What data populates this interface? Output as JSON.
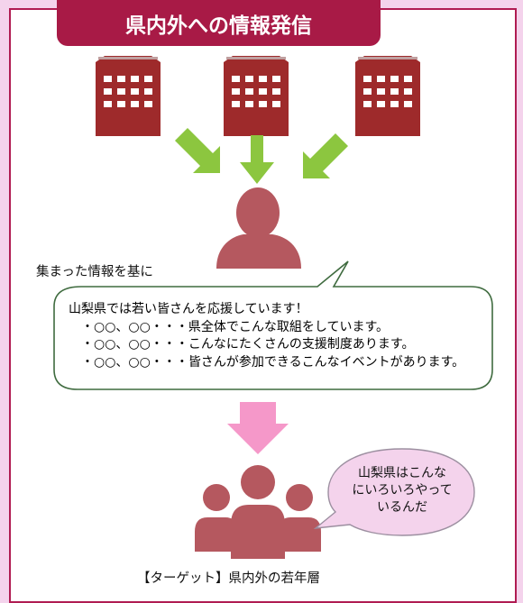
{
  "title": "県内外への情報発信",
  "gather_label": "集まった情報を基に",
  "bubble": {
    "lead": "山梨県では若い皆さんを応援しています！",
    "items": [
      "・○○、○○・・・県全体でこんな取組をしています。",
      "・○○、○○・・・こんなにたくさんの支援制度あります。",
      "・○○、○○・・・皆さんが参加できるこんなイベントがあります。"
    ]
  },
  "speech": {
    "lines": [
      "山梨県はこんな",
      "にいろいろやって",
      "いるんだ"
    ]
  },
  "target_label": "【ターゲット】県内外の若年層",
  "icons": [
    "building-icon",
    "person-icon",
    "group-icon",
    "arrow-icon"
  ],
  "colors": {
    "background": "#f4d3ec",
    "frame": "#b01c52",
    "title_bg": "#a81a46",
    "building": "#9e2a2b",
    "person": "#b5585f",
    "arrow_green": "#8cc63f",
    "arrow_pink": "#f598c9",
    "bubble_border": "#3f6b3f",
    "speech_fill": "#f4d3ec"
  }
}
